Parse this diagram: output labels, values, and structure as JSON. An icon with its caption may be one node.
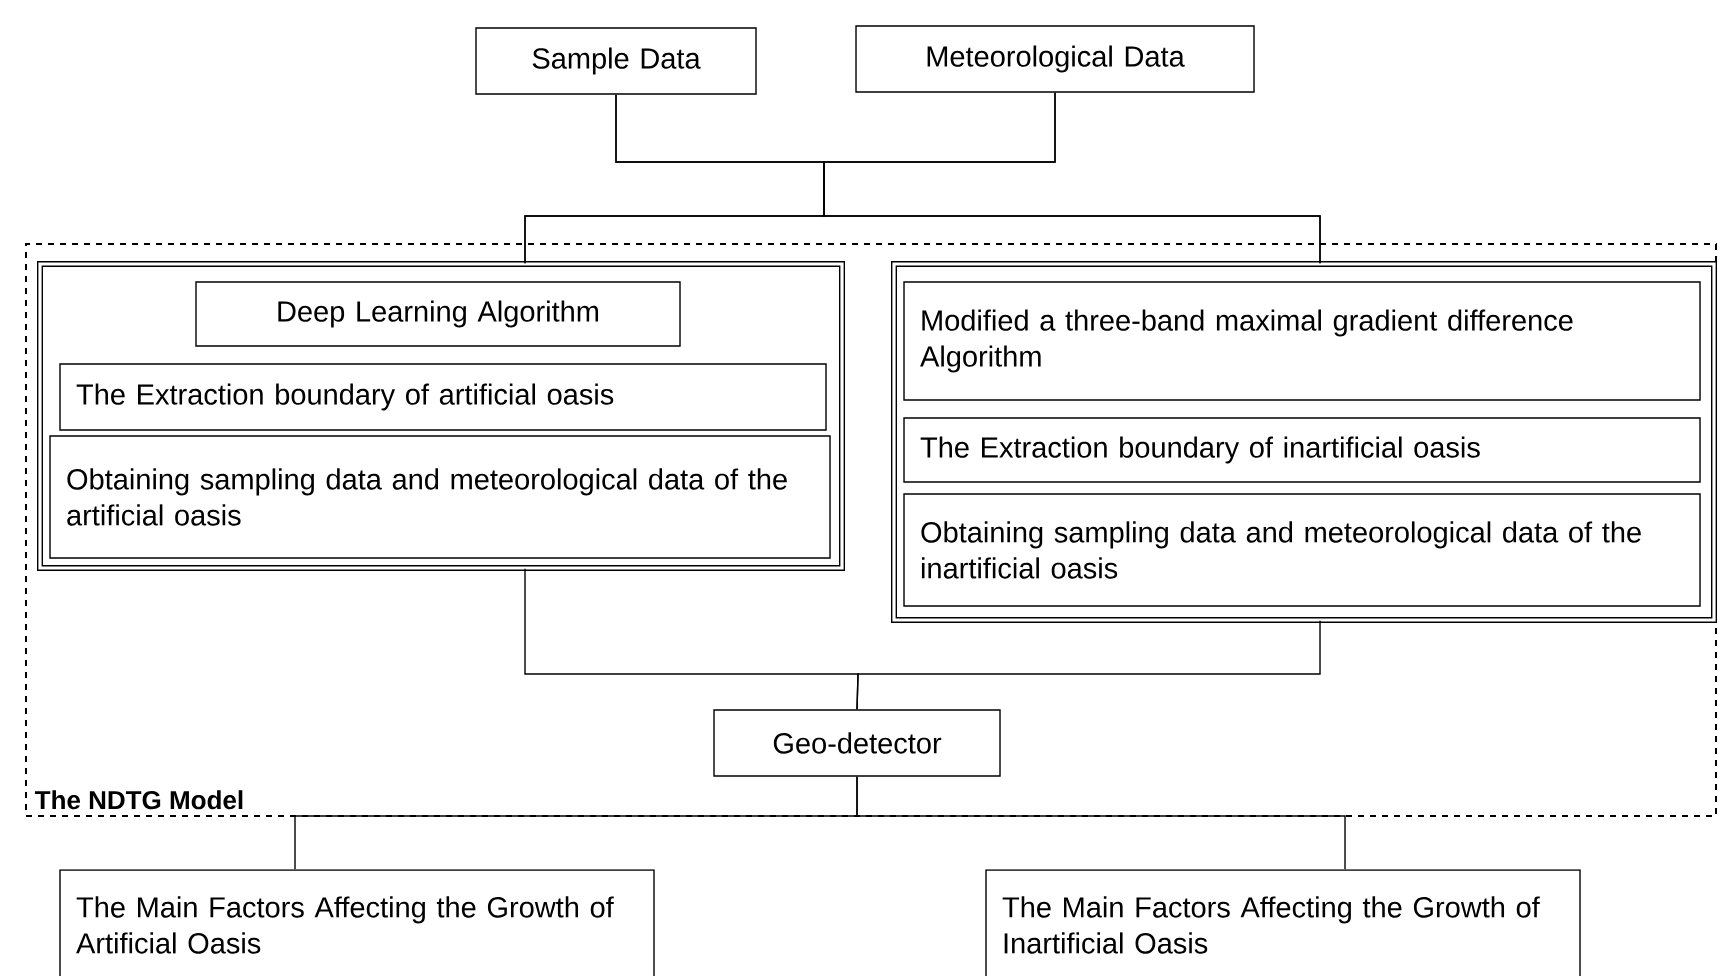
{
  "diagram": {
    "nodes": [
      {
        "text": [
          "Sample Data"
        ]
      },
      {
        "text": [
          "Meteorological Data"
        ]
      },
      {
        "text": [
          "The NDTG Model"
        ]
      },
      {
        "text": [],
        "shape": "box",
        "in": 2
      },
      {
        "text": [
          "Deep Learning Algorithm"
        ],
        "in": 3
      },
      {
        "text": [
          "The Extraction boundary of artificial oasis"
        ],
        "in": 3
      },
      {
        "text": [
          "Obtaining sampling data and meteorological data of the artificial oasis"
        ],
        "in": 3
      },
      {
        "text": [],
        "shape": "box",
        "in": 2
      },
      {
        "text": [
          "Modified a three-band maximal gradient difference Algorithm"
        ],
        "in": 7
      },
      {
        "text": [
          "The Extraction boundary of inartificial oasis"
        ],
        "in": 7
      },
      {
        "text": [
          "Obtaining sampling data and meteorological data of the inartificial oasis"
        ],
        "in": 7
      },
      {
        "text": [
          "Geo-detector"
        ],
        "in": 2
      },
      {
        "text": [
          "The Main Factors Affecting the Growth of Artificial Oasis"
        ]
      },
      {
        "text": [
          "The Main Factors Affecting the Growth of Inartificial Oasis"
        ]
      }
    ],
    "edges": [
      {
        "from": 0,
        "to": 3,
        "arrow": "none"
      },
      {
        "from": 0,
        "to": 7,
        "arrow": "none"
      },
      {
        "from": 1,
        "to": 3,
        "arrow": "none"
      },
      {
        "from": 1,
        "to": 7,
        "arrow": "none"
      },
      {
        "from": 3,
        "to": 11,
        "arrow": "none"
      },
      {
        "from": 7,
        "to": 11,
        "arrow": "none"
      },
      {
        "from": 11,
        "to": 12,
        "arrow": "none"
      },
      {
        "from": 11,
        "to": 13,
        "arrow": "none"
      }
    ]
  }
}
